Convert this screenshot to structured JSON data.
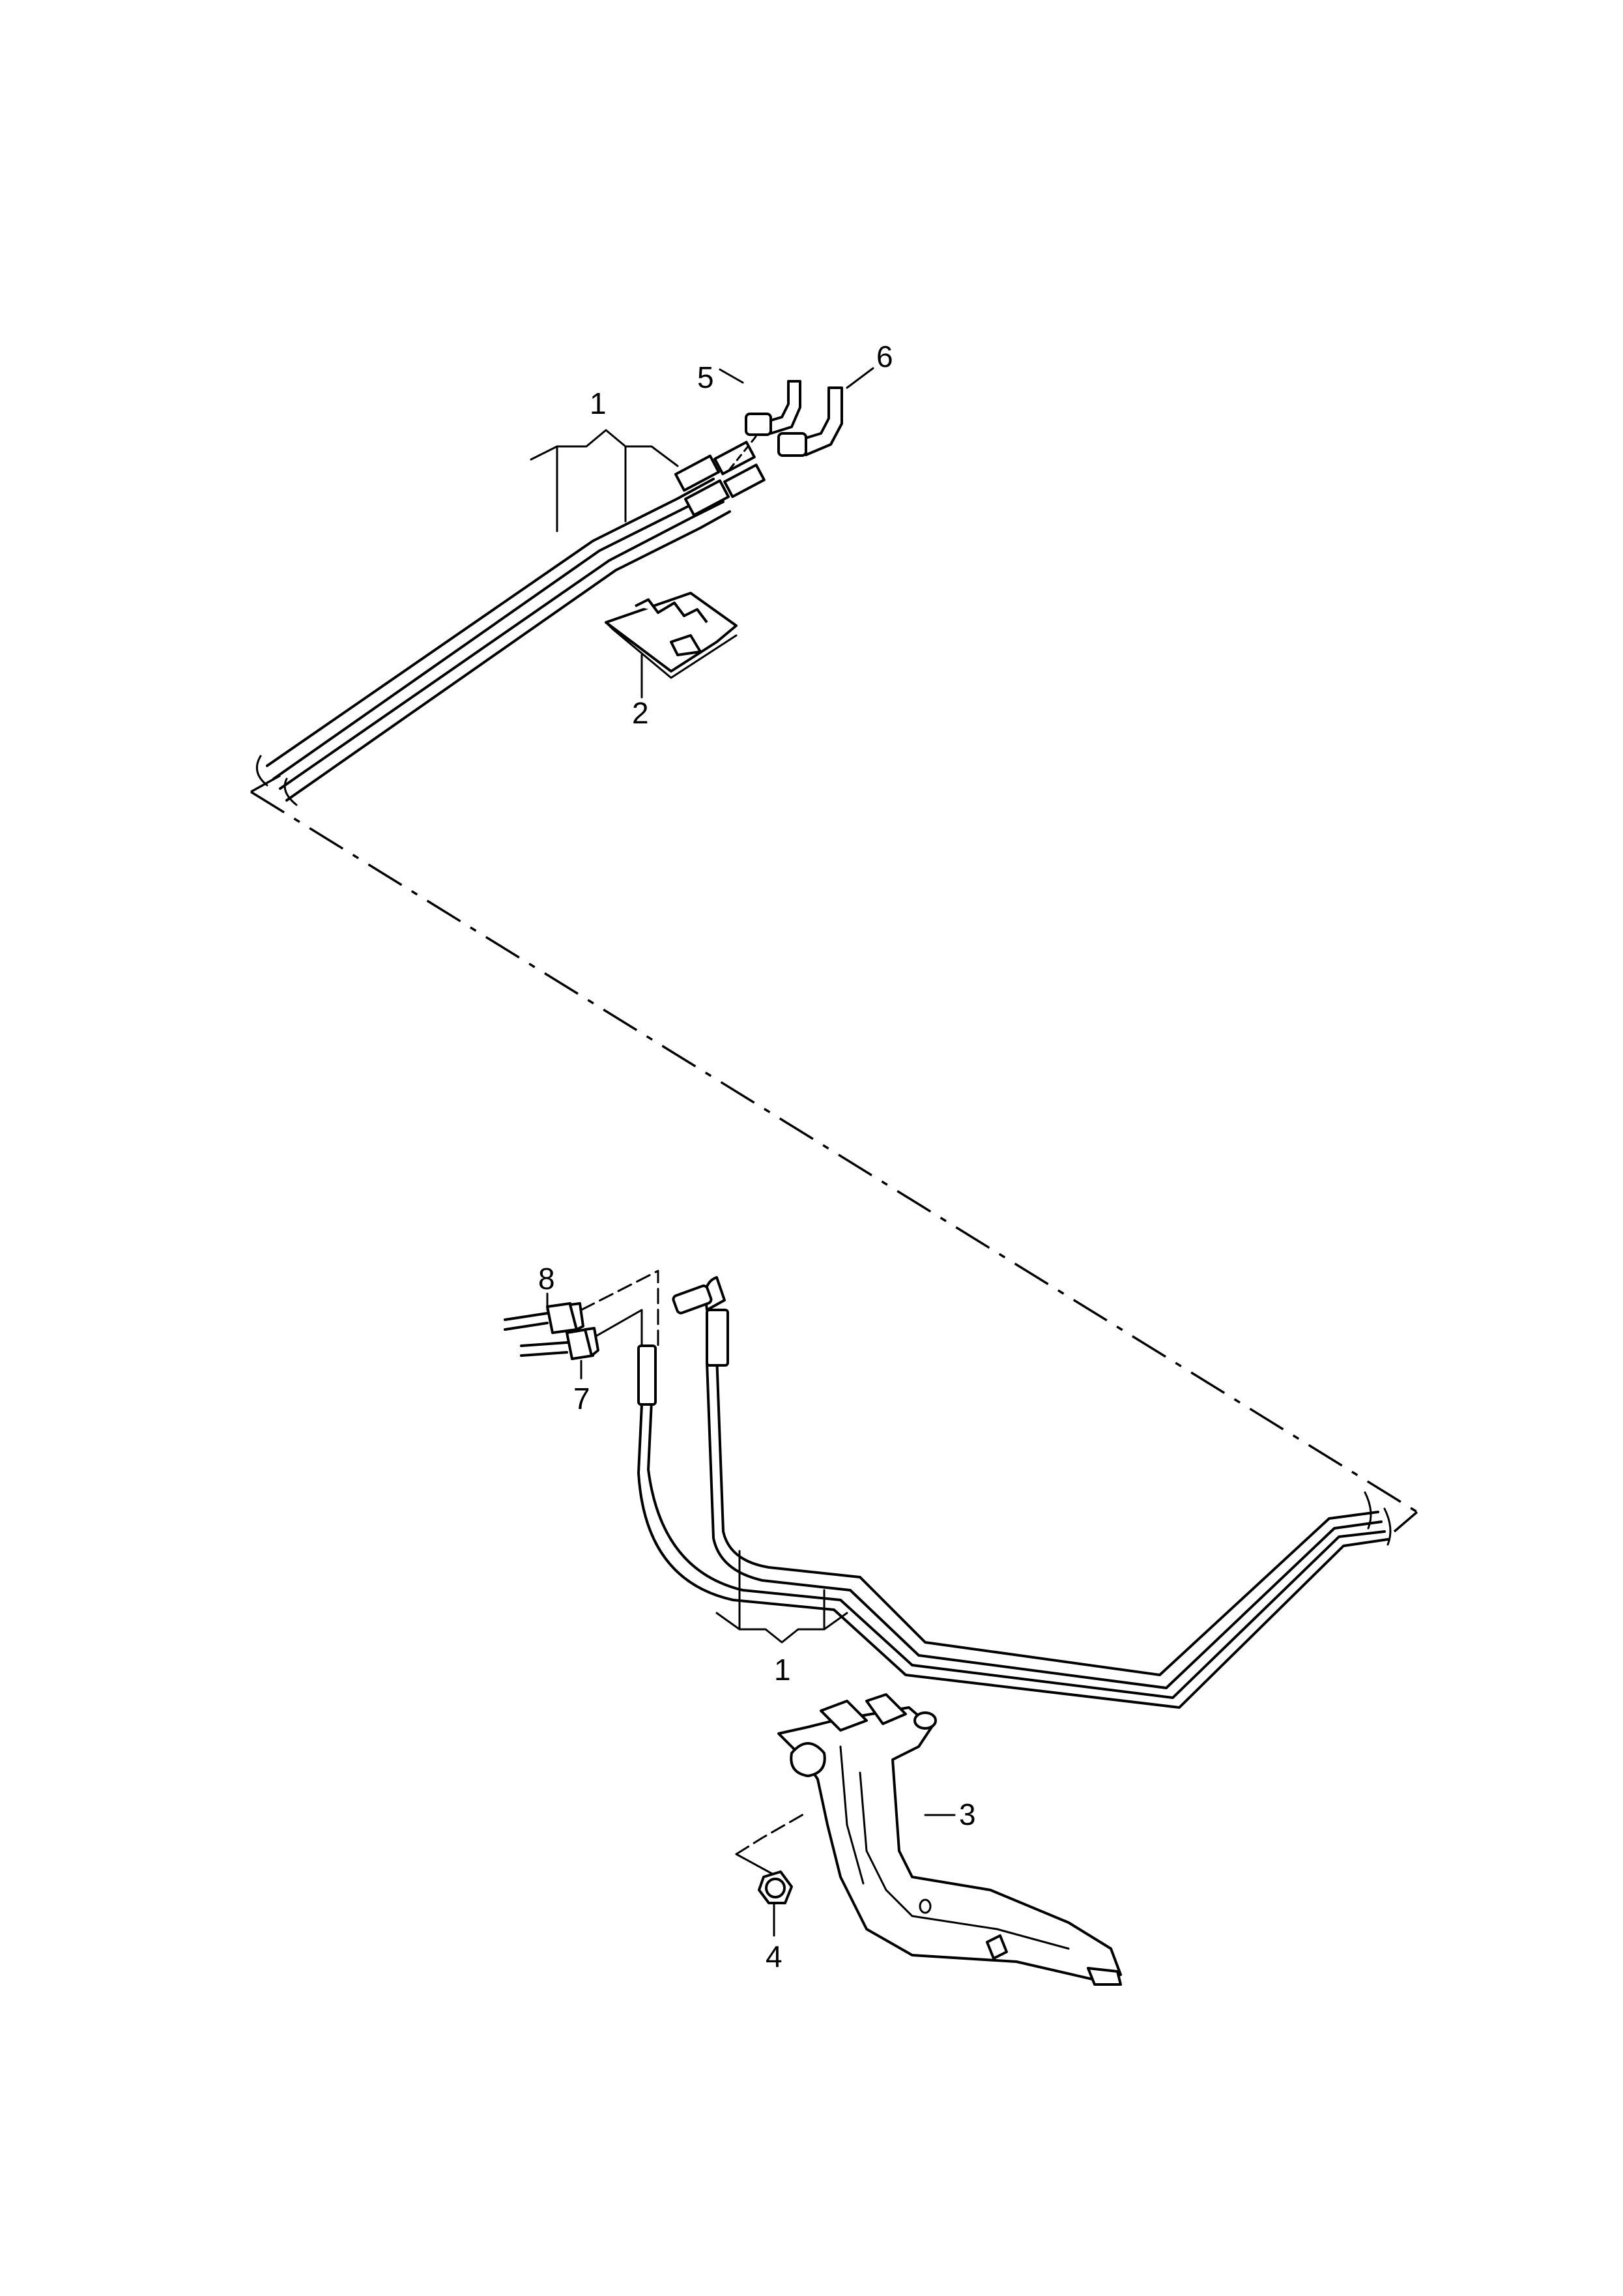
{
  "callouts": {
    "c1_top": "1",
    "c2": "2",
    "c5": "5",
    "c6": "6",
    "c8": "8",
    "c7": "7",
    "c1_bottom": "1",
    "c3": "3",
    "c4": "4"
  },
  "colors": {
    "line": "#000000",
    "background": "#ffffff"
  }
}
